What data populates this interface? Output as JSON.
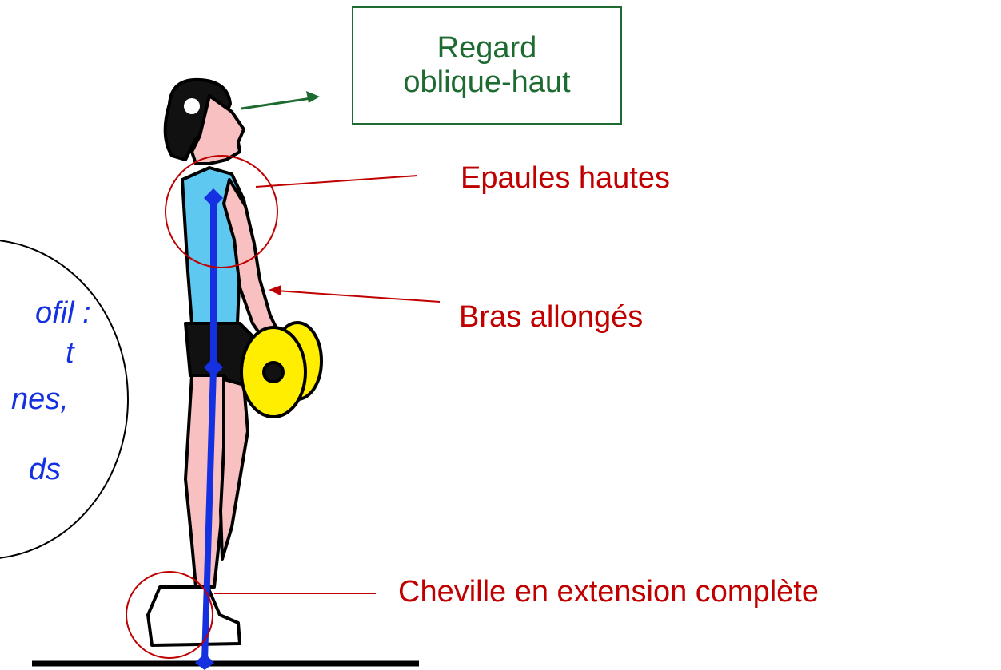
{
  "labels": {
    "gaze_line1": "Regard",
    "gaze_line2": "oblique-haut",
    "shoulders": "Epaules hautes",
    "arms": "Bras allongés",
    "ankle": "Cheville en extension complète"
  },
  "side_note": {
    "lines": [
      "ofil :",
      "t",
      "nes,",
      "ds"
    ]
  },
  "colors": {
    "label_red": "#c00000",
    "label_green": "#1e6b32",
    "axis_blue": "#1530e0",
    "shirt": "#5fc8f0",
    "skin": "#f8c0c0",
    "plate": "#ffee00"
  },
  "figure": {
    "description_icon": "weightlifter-standing-profile-icon"
  }
}
